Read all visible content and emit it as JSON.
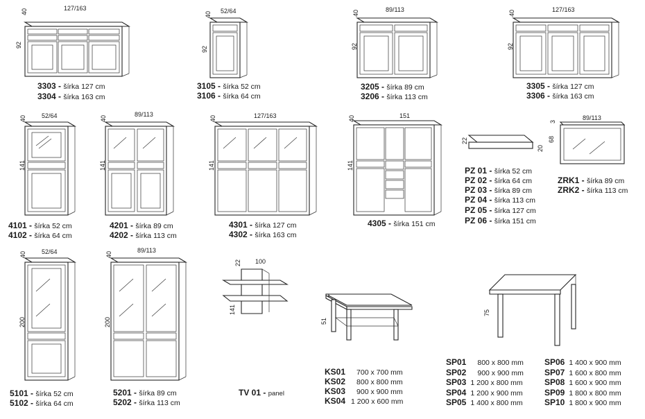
{
  "word_sirka": "šírka",
  "word_panel": "panel",
  "groups": [
    {
      "id": "g33",
      "dims": {
        "w": "127/163",
        "d": "40",
        "h": "92"
      },
      "rows": [
        {
          "code": "3303",
          "val": "127 cm"
        },
        {
          "code": "3304",
          "val": "163 cm"
        }
      ]
    },
    {
      "id": "g31",
      "dims": {
        "w": "52/64",
        "d": "40",
        "h": "92"
      },
      "rows": [
        {
          "code": "3105",
          "val": "52 cm"
        },
        {
          "code": "3106",
          "val": "64 cm"
        }
      ]
    },
    {
      "id": "g32",
      "dims": {
        "w": "89/113",
        "d": "40",
        "h": "92"
      },
      "rows": [
        {
          "code": "3205",
          "val": "89 cm"
        },
        {
          "code": "3206",
          "val": "113 cm"
        }
      ]
    },
    {
      "id": "g330",
      "dims": {
        "w": "127/163",
        "d": "40",
        "h": "92"
      },
      "rows": [
        {
          "code": "3305",
          "val": "127 cm"
        },
        {
          "code": "3306",
          "val": "163 cm"
        }
      ]
    },
    {
      "id": "g41",
      "dims": {
        "w": "52/64",
        "d": "40",
        "h": "141"
      },
      "rows": [
        {
          "code": "4101",
          "val": "52 cm"
        },
        {
          "code": "4102",
          "val": "64 cm"
        }
      ]
    },
    {
      "id": "g42",
      "dims": {
        "w": "89/113",
        "d": "40",
        "h": "141"
      },
      "rows": [
        {
          "code": "4201",
          "val": "89 cm"
        },
        {
          "code": "4202",
          "val": "113 cm"
        }
      ]
    },
    {
      "id": "g43",
      "dims": {
        "w": "127/163",
        "d": "40",
        "h": "141"
      },
      "rows": [
        {
          "code": "4301",
          "val": "127 cm"
        },
        {
          "code": "4302",
          "val": "163 cm"
        }
      ]
    },
    {
      "id": "g4305",
      "dims": {
        "w": "151",
        "d": "40",
        "h": "141"
      },
      "rows": [
        {
          "code": "4305",
          "val": "151 cm"
        }
      ]
    },
    {
      "id": "gpz",
      "dims": {
        "d": "22",
        "h": "20"
      },
      "rows": [
        {
          "code": "PZ 01",
          "val": "52 cm"
        },
        {
          "code": "PZ 02",
          "val": "64 cm"
        },
        {
          "code": "PZ 03",
          "val": "89 cm"
        },
        {
          "code": "PZ 04",
          "val": "113 cm"
        },
        {
          "code": "PZ 05",
          "val": "127 cm"
        },
        {
          "code": "PZ 06",
          "val": "151 cm"
        }
      ]
    },
    {
      "id": "gzrk",
      "dims": {
        "w": "89/113",
        "d": "3",
        "h": "68"
      },
      "rows": [
        {
          "code": "ZRK1",
          "val": "89 cm"
        },
        {
          "code": "ZRK2",
          "val": "113 cm"
        }
      ]
    },
    {
      "id": "g51",
      "dims": {
        "w": "52/64",
        "d": "40",
        "h": "200"
      },
      "rows": [
        {
          "code": "5101",
          "val": "52 cm"
        },
        {
          "code": "5102",
          "val": "64 cm"
        }
      ]
    },
    {
      "id": "g52",
      "dims": {
        "w": "89/113",
        "d": "40",
        "h": "200"
      },
      "rows": [
        {
          "code": "5201",
          "val": "89 cm"
        },
        {
          "code": "5202",
          "val": "113 cm"
        }
      ]
    }
  ],
  "tv": {
    "code": "TV 01",
    "dims": {
      "w": "100",
      "d": "22",
      "h": "141"
    }
  },
  "ks": {
    "dims": {
      "h": "51"
    },
    "rows": [
      {
        "code": "KS01",
        "val": "700 x 700 mm"
      },
      {
        "code": "KS02",
        "val": "800 x 800 mm"
      },
      {
        "code": "KS03",
        "val": "900 x 900 mm"
      },
      {
        "code": "KS04",
        "val": "1 200 x 600 mm"
      }
    ]
  },
  "sp": {
    "dims": {
      "h": "75"
    },
    "rows": [
      {
        "code": "SP01",
        "val": "800 x 800 mm"
      },
      {
        "code": "SP02",
        "val": "900 x 900 mm"
      },
      {
        "code": "SP03",
        "val": "1 200 x 800 mm"
      },
      {
        "code": "SP04",
        "val": "1 200 x 900 mm"
      },
      {
        "code": "SP05",
        "val": "1 400 x 800 mm"
      },
      {
        "code": "SP06",
        "val": "1 400 x 900 mm"
      },
      {
        "code": "SP07",
        "val": "1 600 x 800 mm"
      },
      {
        "code": "SP08",
        "val": "1 600 x 900 mm"
      },
      {
        "code": "SP09",
        "val": "1 800 x 800 mm"
      },
      {
        "code": "SP10",
        "val": "1 800 x 900 mm"
      }
    ]
  }
}
